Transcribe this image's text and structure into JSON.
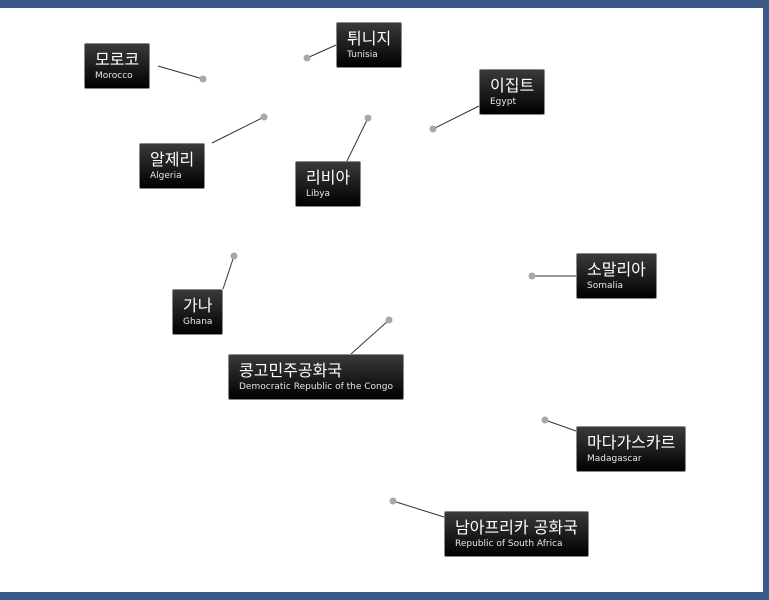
{
  "countries": [
    {
      "id": "morocco",
      "ko": "모로코",
      "en": "Morocco"
    },
    {
      "id": "tunisia",
      "ko": "튀니지",
      "en": "Tunisia"
    },
    {
      "id": "egypt",
      "ko": "이집트",
      "en": "Egypt"
    },
    {
      "id": "algeria",
      "ko": "알제리",
      "en": "Algeria"
    },
    {
      "id": "libya",
      "ko": "리비아",
      "en": "Libya"
    },
    {
      "id": "somalia",
      "ko": "소말리아",
      "en": "Somalia"
    },
    {
      "id": "ghana",
      "ko": "가나",
      "en": "Ghana"
    },
    {
      "id": "drc",
      "ko": "콩고민주공화국",
      "en": "Democratic Republic of the Congo"
    },
    {
      "id": "madagascar",
      "ko": "마다가스카르",
      "en": "Madagascar"
    },
    {
      "id": "south-africa",
      "ko": "남아프리카 공화국",
      "en": "Republic of South Africa"
    }
  ]
}
